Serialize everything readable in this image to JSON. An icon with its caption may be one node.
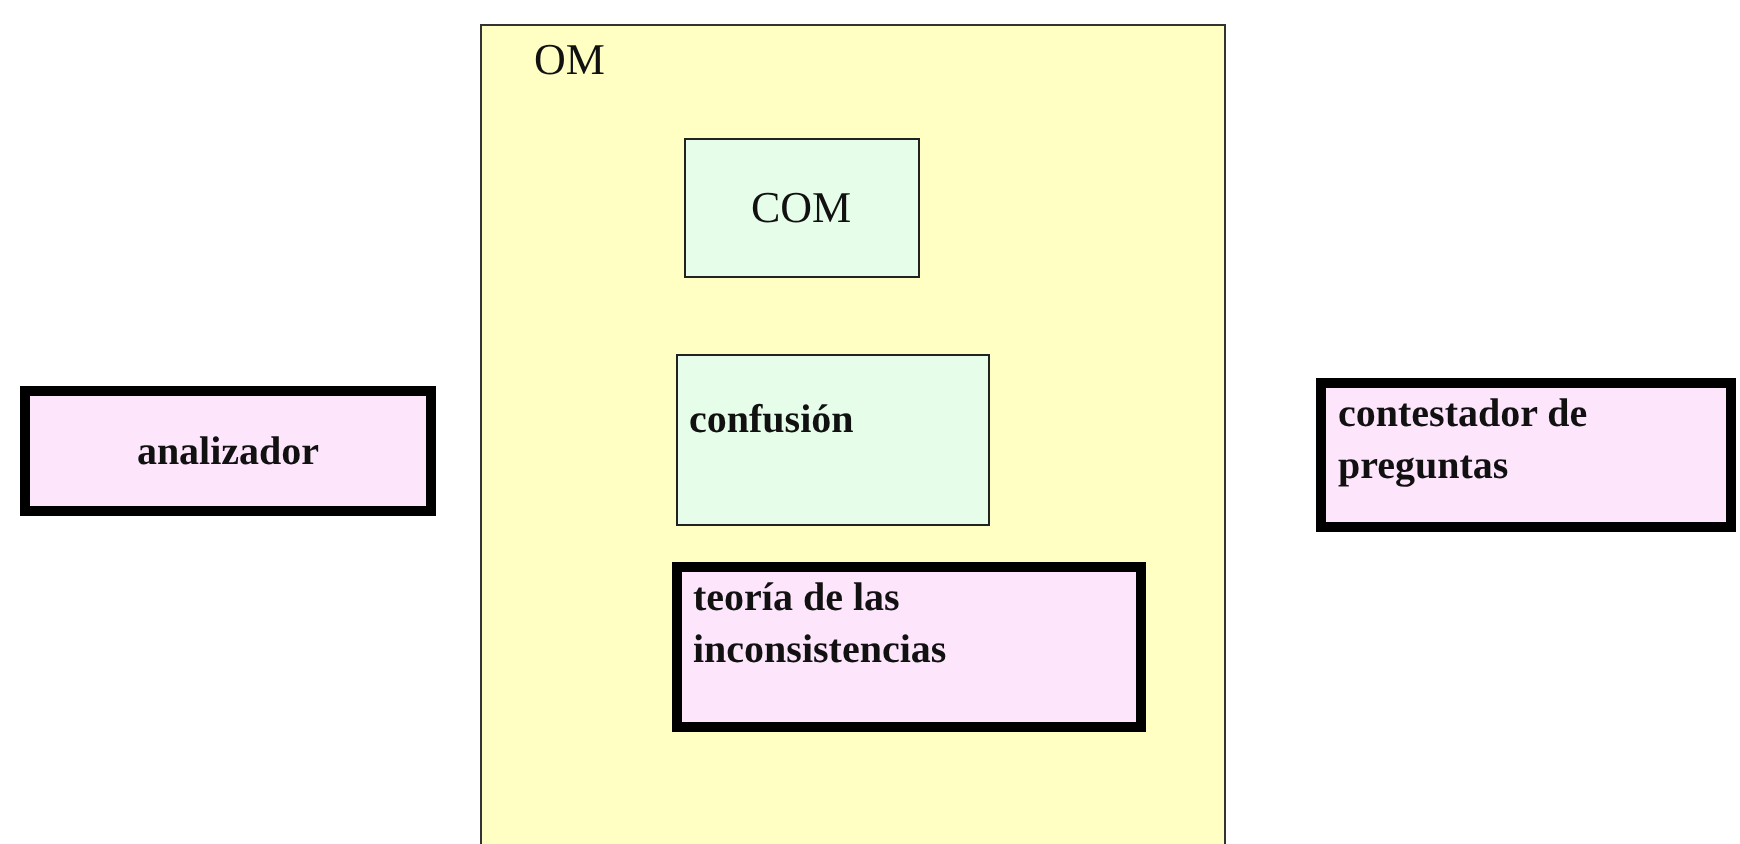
{
  "diagram": {
    "nodes": [
      {
        "text": [
          "analizador"
        ]
      },
      {
        "text": [
          "OM"
        ]
      },
      {
        "text": [
          "COM"
        ],
        "in": 1
      },
      {
        "text": [
          "confusión"
        ],
        "in": 1
      },
      {
        "text": [
          "teoría de las inconsistencias"
        ],
        "in": 1
      },
      {
        "text": [
          "contestador de preguntas"
        ]
      }
    ]
  }
}
